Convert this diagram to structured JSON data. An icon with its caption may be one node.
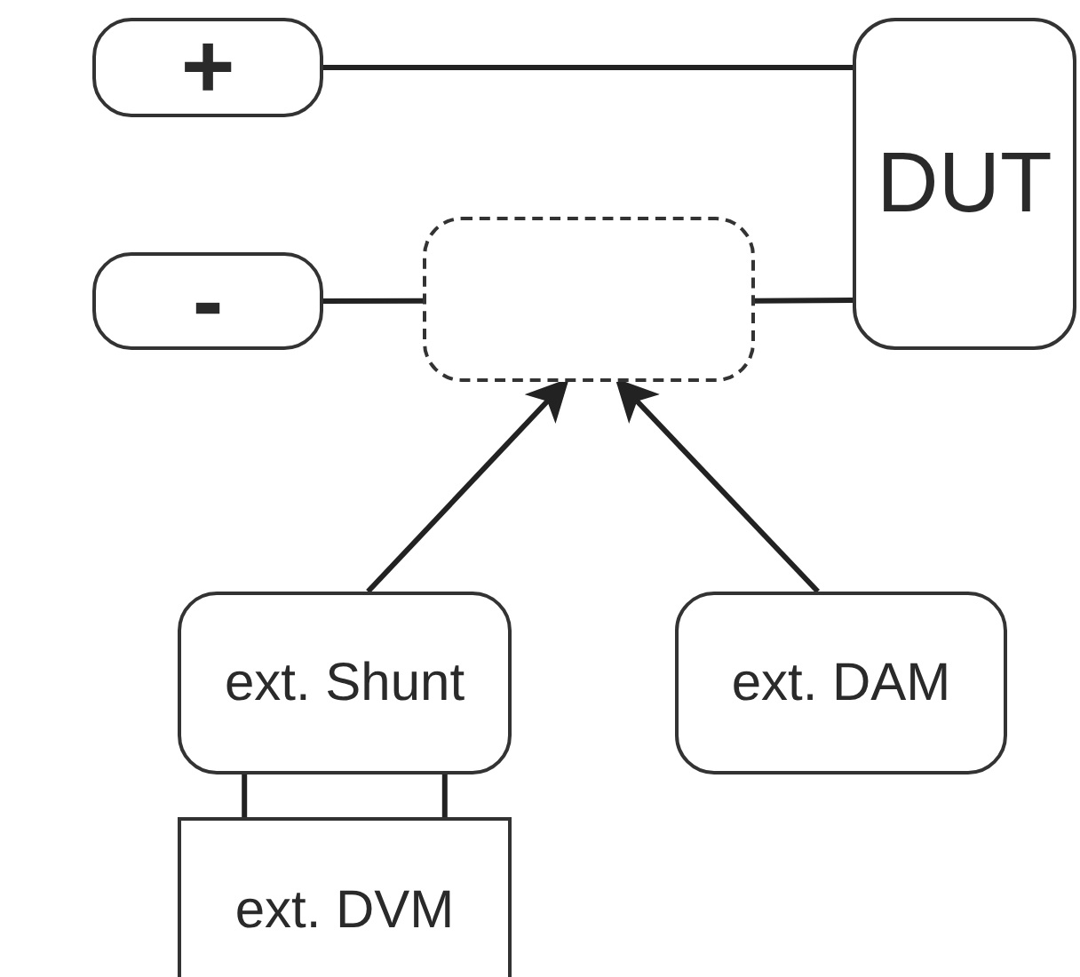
{
  "diagram": {
    "nodes": [
      {
        "text": [
          "+"
        ]
      },
      {
        "text": [
          "-"
        ]
      },
      {
        "text": [
          "DUT"
        ]
      },
      {
        "text": [],
        "shape": "box"
      },
      {
        "text": [
          "ext. Shunt"
        ]
      },
      {
        "text": [
          "ext. DAM"
        ]
      },
      {
        "text": [
          "ext. DVM"
        ]
      }
    ],
    "edges": [
      {
        "from": 0,
        "to": 2,
        "arrow": "none"
      },
      {
        "from": 1,
        "to": 3,
        "arrow": "none"
      },
      {
        "from": 3,
        "to": 2,
        "arrow": "none"
      },
      {
        "from": 4,
        "to": 3,
        "arrow": "to"
      },
      {
        "from": 5,
        "to": 3,
        "arrow": "to"
      },
      {
        "from": 4,
        "to": 6,
        "arrow": "none"
      },
      {
        "from": 4,
        "to": 6,
        "arrow": "none"
      }
    ]
  }
}
